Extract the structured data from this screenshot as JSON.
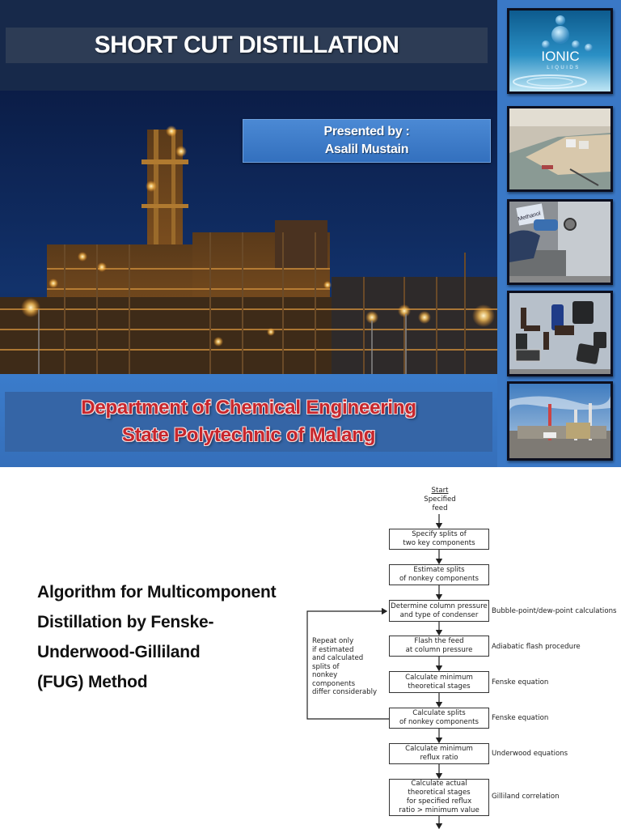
{
  "slide1": {
    "title": "SHORT CUT DISTILLATION",
    "presenter": {
      "label": "Presented by :",
      "name": "Asalil Mustain"
    },
    "institution": {
      "line1": "Department of Chemical Engineering",
      "line2": "State Polytechnic of Malang"
    },
    "hero_image": "refinery-at-night-photo",
    "thumbnails": [
      {
        "name": "ionic-liquids-image",
        "caption": "IONIC",
        "subcaption": "LIQUIDS"
      },
      {
        "name": "aerial-industrial-port-photo"
      },
      {
        "name": "methanol-refueling-photo",
        "label": "Methanol"
      },
      {
        "name": "batteries-photo"
      },
      {
        "name": "refinery-daytime-photo"
      }
    ],
    "colors": {
      "panel_dark": "#17294a",
      "title_band": "#2d3c55",
      "accent_blue": "#3a78c6",
      "presenter_box": "#3f7cc8",
      "institution_text": "#c8262c"
    }
  },
  "slide2": {
    "heading_lines": [
      "Algorithm for Multicomponent",
      "Distillation by Fenske-",
      "Underwood-Gilliland",
      "(FUG) Method"
    ],
    "flowchart": {
      "start_label": "Start",
      "start_sub": [
        "Specified",
        "feed"
      ],
      "steps": [
        {
          "lines": [
            "Specify splits of",
            "two key components"
          ],
          "note": ""
        },
        {
          "lines": [
            "Estimate splits",
            "of nonkey components"
          ],
          "note": ""
        },
        {
          "lines": [
            "Determine column pressure",
            "and type of condenser"
          ],
          "note": "Bubble-point/dew-point calculations"
        },
        {
          "lines": [
            "Flash the feed",
            "at column pressure"
          ],
          "note": "Adiabatic flash procedure"
        },
        {
          "lines": [
            "Calculate minimum",
            "theoretical stages"
          ],
          "note": "Fenske equation"
        },
        {
          "lines": [
            "Calculate splits",
            "of nonkey components"
          ],
          "note": "Fenske equation"
        },
        {
          "lines": [
            "Calculate minimum",
            "reflux ratio"
          ],
          "note": "Underwood equations"
        },
        {
          "lines": [
            "Calculate actual",
            "theoretical stages",
            "for specified reflux",
            "ratio > minimum value"
          ],
          "note": "Gilliland correlation"
        }
      ],
      "repeat_note": [
        "Repeat only",
        "if estimated",
        "and calculated",
        "splits of",
        "nonkey",
        "components",
        "differ considerably"
      ]
    }
  }
}
